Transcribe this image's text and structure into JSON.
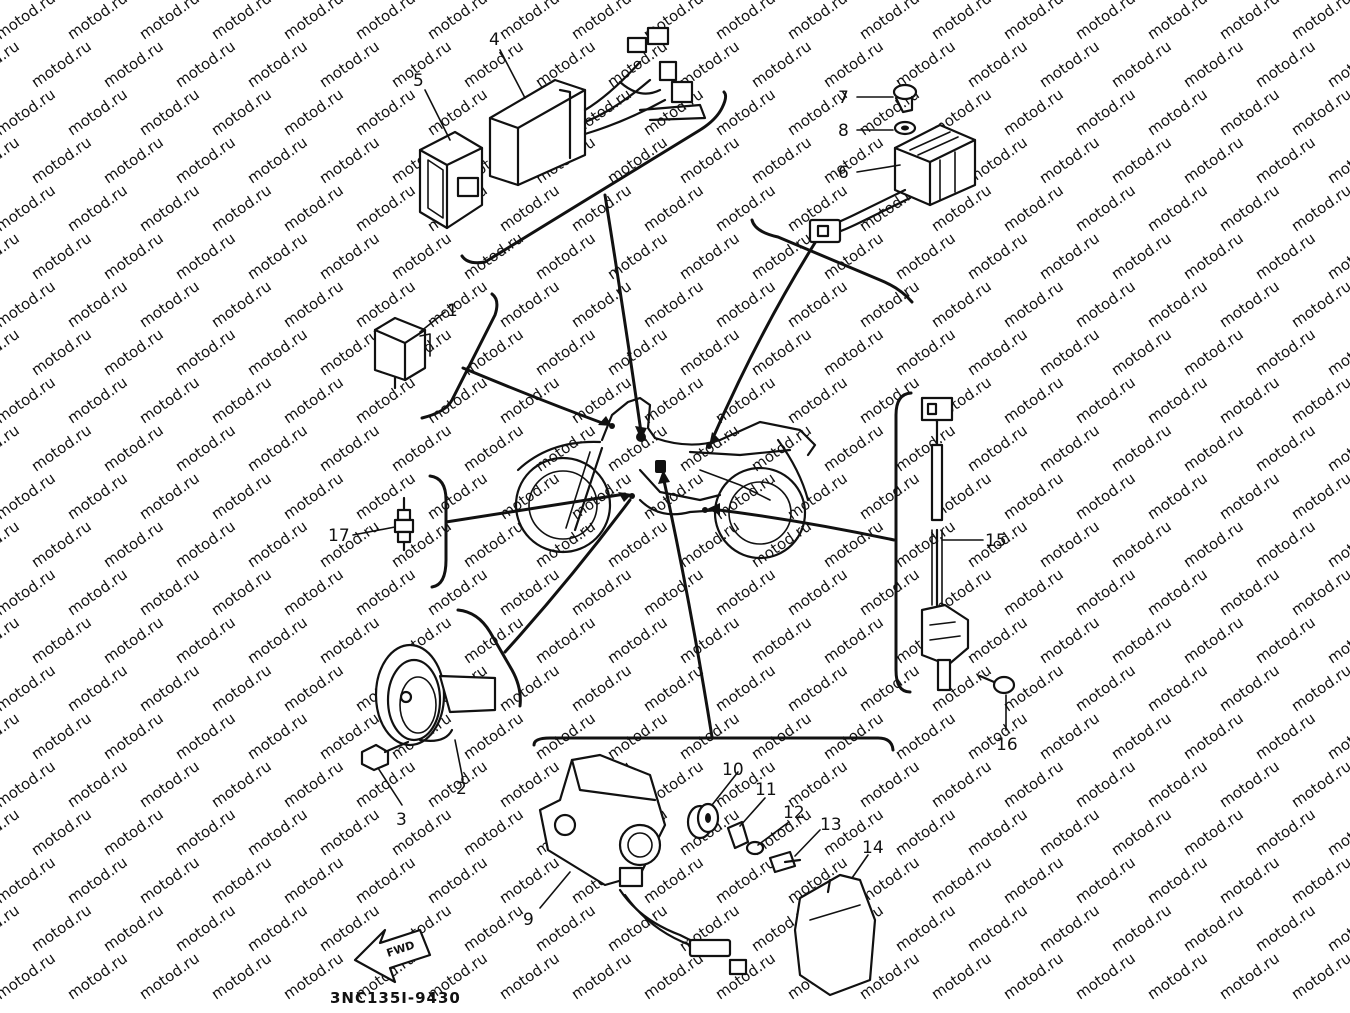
{
  "watermark": "motod.ru",
  "diagram_code": "3NC135I-9430",
  "fwd_label": "FWD",
  "callouts": {
    "p1": "1",
    "p2": "2",
    "p3": "3",
    "p4": "4",
    "p5": "5",
    "p6": "6",
    "p7": "7",
    "p8": "8",
    "p9": "9",
    "p10": "10",
    "p11": "11",
    "p12": "12",
    "p13": "13",
    "p14": "14",
    "p15": "15",
    "p16": "16",
    "p17": "17"
  }
}
